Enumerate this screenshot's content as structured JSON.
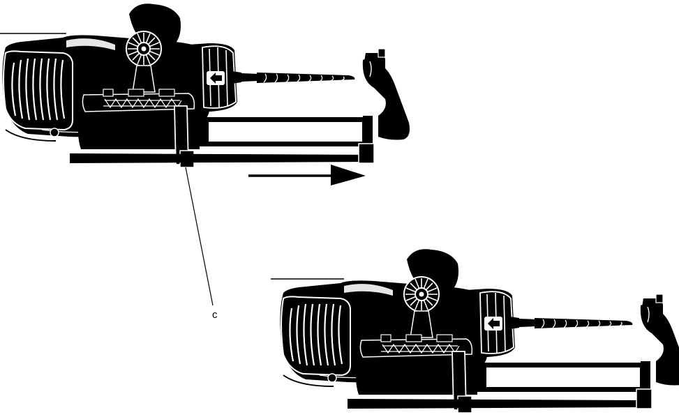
{
  "callout": {
    "label": "c"
  },
  "colors": {
    "ink": "#000000",
    "paper": "#ffffff"
  },
  "figures": [
    {
      "id": "drill-extended",
      "state": "dust extractor tube slid forward"
    },
    {
      "id": "drill-retracted",
      "state": "dust extractor tube in position against drill bit"
    }
  ],
  "arrow": {
    "direction": "right"
  }
}
